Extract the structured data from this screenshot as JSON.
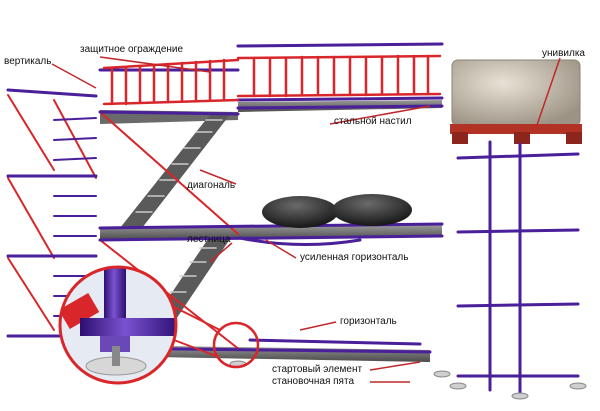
{
  "labels": {
    "guard_rail": "защитное ограждение",
    "vertical": "вертикаль",
    "steel_deck": "стальной настил",
    "diagonal": "диагональ",
    "ladder": "лестница",
    "reinforced_horizontal": "усиленная горизонталь",
    "horizontal": "горизонталь",
    "starting_element": "стартовый элемент",
    "base_plate": "становочная пята",
    "u_head": "унивилка"
  },
  "colors": {
    "frame": "#4a1f9a",
    "frame_light": "#7a52d0",
    "guard": "#d8262a",
    "deck": "#555555",
    "deck_light": "#8a8a8a",
    "leader": "#c0282a",
    "bracket": "#b33226",
    "stone": "#c9c2b4"
  }
}
